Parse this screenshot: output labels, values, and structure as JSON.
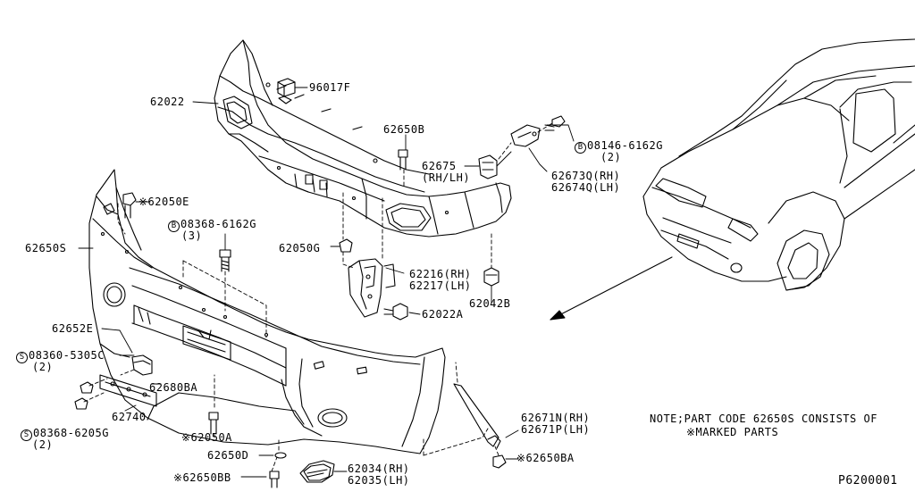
{
  "diagram_id": "P6200001",
  "note": {
    "line1": "NOTE;PART CODE 62650S CONSISTS OF",
    "line2": "※MARKED PARTS"
  },
  "labels": {
    "p62022": "62022",
    "p96017F": "96017F",
    "p62650B": "62650B",
    "p62675": "62675",
    "p62675_note": "(RH/LH)",
    "p08146_prefix": "B",
    "p08146": "08146-6162G",
    "p08146_qty": "(2)",
    "p62673Q": "62673Q(RH)",
    "p62674Q": "62674Q(LH)",
    "p62050E": "※62050E",
    "p08368a_prefix": "B",
    "p08368a": "08368-6162G",
    "p08368a_qty": "(3)",
    "p62650S": "62650S",
    "p62050G": "62050G",
    "p62216": "62216(RH)",
    "p62217": "62217(LH)",
    "p62042B": "62042B",
    "p62022A": "62022A",
    "p62652E": "62652E",
    "p08360_prefix": "S",
    "p08360": "08360-5305C",
    "p08360_qty": "(2)",
    "p62680BA": "62680BA",
    "p62740": "62740",
    "p08368b_prefix": "S",
    "p08368b": "08368-6205G",
    "p08368b_qty": "(2)",
    "p62050A": "※62050A",
    "p62650D": "62650D",
    "p62650BB": "※62650BB",
    "p62034": "62034(RH)",
    "p62035": "62035(LH)",
    "p62671N": "62671N(RH)",
    "p62671P": "62671P(LH)",
    "p62650BA": "※62650BA"
  }
}
